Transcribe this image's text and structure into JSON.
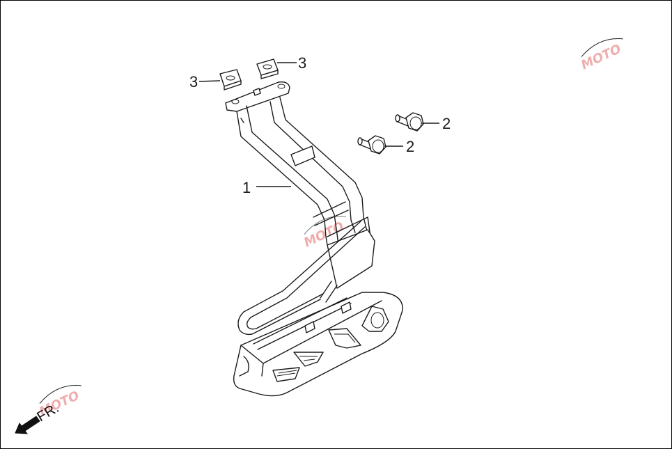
{
  "callouts": {
    "part_1": "1",
    "part_2_upper": "2",
    "part_2_lower": "2",
    "part_3_left": "3",
    "part_3_right": "3"
  },
  "orientation": {
    "front_label": "FR."
  },
  "watermark": {
    "text": "MOTO"
  },
  "colors": {
    "line": "#1a1a1a",
    "watermark": "#e46a6a"
  }
}
